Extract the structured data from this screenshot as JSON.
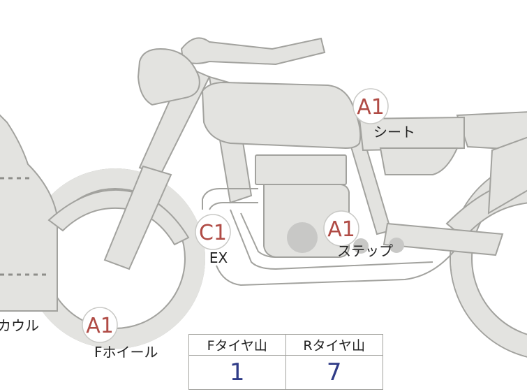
{
  "badges": [
    {
      "code": "A1",
      "label": "シート"
    },
    {
      "code": "A1",
      "label": "ステップ"
    },
    {
      "code": "C1",
      "label": "EX"
    },
    {
      "code": "A1",
      "label": "Fホイール"
    },
    {
      "label": "カウル"
    }
  ],
  "tire_table": {
    "headers": [
      "Fタイヤ山",
      "Rタイヤ山"
    ],
    "values": [
      "1",
      "7"
    ]
  },
  "colors": {
    "part_fill": "#e3e3e0",
    "part_stroke": "#a2a29e",
    "badge_code": "#b04b45",
    "table_value": "#2f3b87"
  }
}
